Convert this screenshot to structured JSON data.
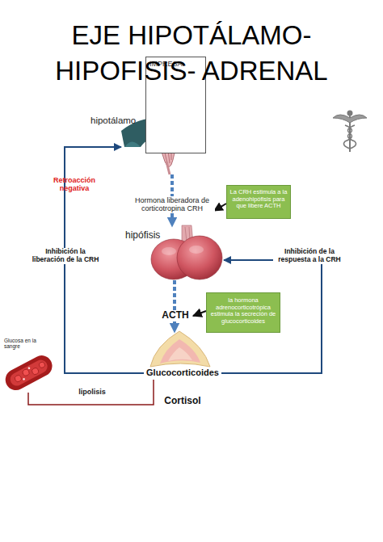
{
  "diagram": {
    "title": "EJE HIPOTÁLAMO-HIPOFISIS- ADRENAL",
    "nodes": [
      {
        "text": [
          "IMPRESA"
        ]
      },
      {
        "text": [
          "hipotálamo"
        ]
      },
      {
        "text": [
          "La CRH estimula a la adenohipófisis para que libere ACTH"
        ]
      },
      {
        "text": [
          "hipófisis"
        ]
      },
      {
        "text": [
          "la hormona adrenocorticotrópica estimula la secreción de glucocorticoides"
        ]
      },
      {
        "text": [
          "Glucocorticoides"
        ]
      },
      {
        "text": [
          "Glucosa en la sangre"
        ]
      }
    ],
    "edges": [
      {
        "from": 1,
        "to": 3,
        "arrow": "to",
        "label": "Hormona liberadora de corticotropina CRH"
      },
      {
        "from": 3,
        "to": 5,
        "arrow": "to",
        "label": "ACTH"
      },
      {
        "from": 5,
        "to": 1,
        "arrow": "to",
        "label": "Inhibición la liberación de la CRH"
      },
      {
        "from": 5,
        "to": 3,
        "arrow": "to",
        "label": "Inhibición de la respuesta a la CRH"
      },
      {
        "from": 5,
        "to": 6,
        "arrow": "none",
        "label": "lipolisis"
      }
    ],
    "labels": [
      "Retroacción negativa",
      "Cortisol"
    ]
  }
}
